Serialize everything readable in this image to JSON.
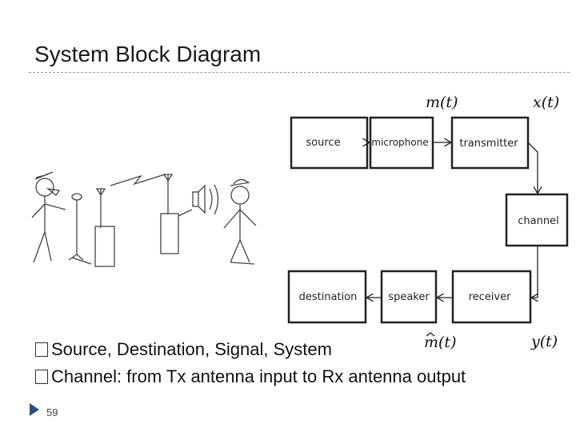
{
  "slide": {
    "title": "System Block Diagram",
    "page_number": "59"
  },
  "diagram": {
    "blocks": {
      "source": "source",
      "microphone": "microphone",
      "transmitter": "transmitter",
      "channel": "channel",
      "receiver": "receiver",
      "speaker": "speaker",
      "destination": "destination"
    },
    "signals": {
      "m_t": "m(t)",
      "x_t": "x(t)",
      "y_t": "y(t)",
      "m_hat_t": "m(t)"
    }
  },
  "bullets": [
    "Source, Destination, Signal, System",
    "Channel: from Tx antenna input to Rx antenna output"
  ]
}
